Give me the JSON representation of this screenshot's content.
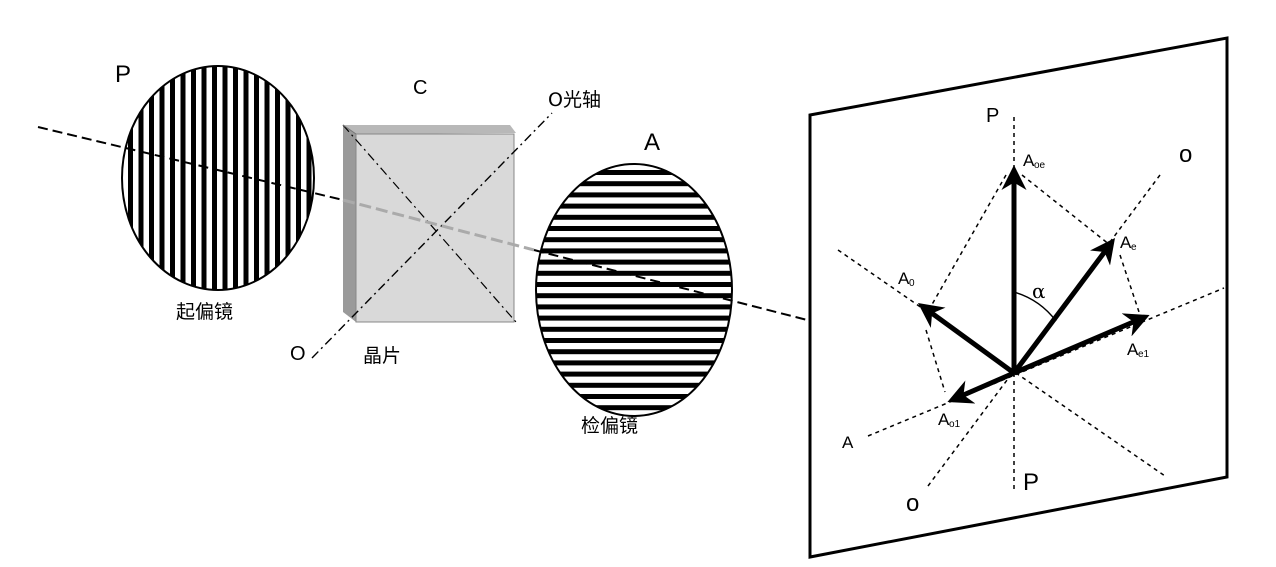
{
  "labels": {
    "polarizer": "P",
    "crystal": "C",
    "optic_axis": "O光轴",
    "analyzer": "A",
    "polarizer_cn": "起偏镜",
    "crystal_cn": "晶片",
    "analyzer_cn": "检偏镜",
    "o_axis_end": "O"
  },
  "screen": {
    "p_top": "P",
    "p_bottom": "P",
    "o_top": "o",
    "o_bottom": "o",
    "a_left": "A",
    "alpha": "α",
    "vectors": {
      "a_oe": {
        "main": "A",
        "sub": "oe"
      },
      "a_e": {
        "main": "A",
        "sub": "e"
      },
      "a_o": {
        "main": "A",
        "sub": "0"
      },
      "a_e1": {
        "main": "A",
        "sub": "e1"
      },
      "a_o1": {
        "main": "A",
        "sub": "o1"
      }
    }
  }
}
